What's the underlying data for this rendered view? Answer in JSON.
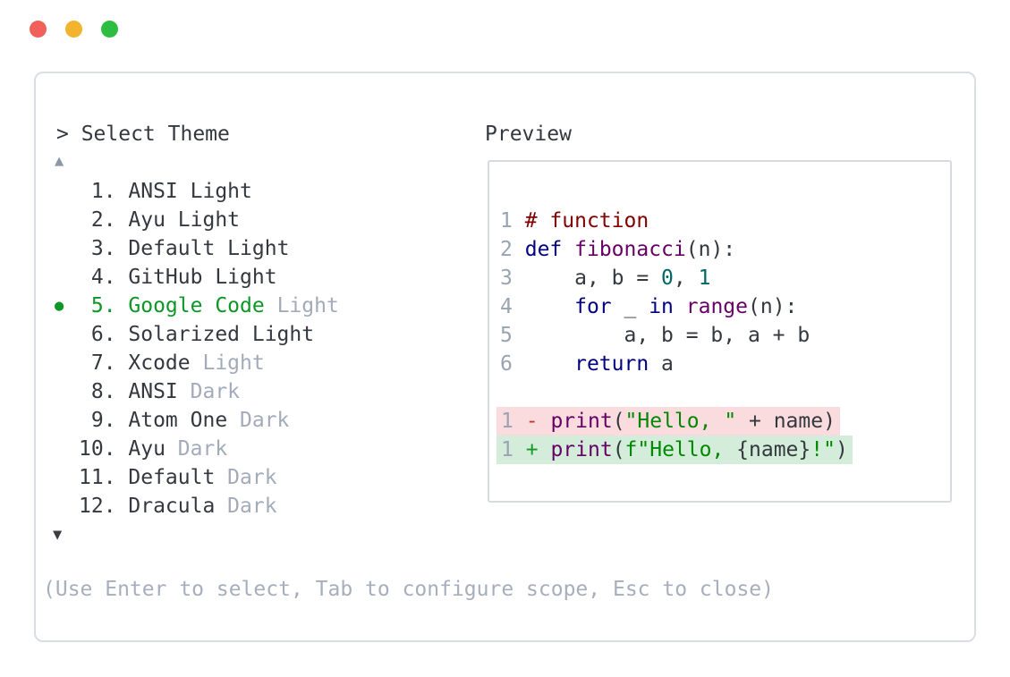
{
  "window": {
    "controls": [
      {
        "name": "close",
        "color": "#f2605a"
      },
      {
        "name": "minimize",
        "color": "#f2b32e"
      },
      {
        "name": "zoom",
        "color": "#2dbe41"
      }
    ]
  },
  "prompt": {
    "text": "> Select Theme"
  },
  "theme_list": {
    "up_arrow": "▲",
    "down_arrow": "▼",
    "bullet": "●",
    "items": [
      {
        "number": 1,
        "name": "ANSI",
        "variant": "Light",
        "variant_muted": false,
        "selected": false
      },
      {
        "number": 2,
        "name": "Ayu",
        "variant": "Light",
        "variant_muted": false,
        "selected": false
      },
      {
        "number": 3,
        "name": "Default",
        "variant": "Light",
        "variant_muted": false,
        "selected": false
      },
      {
        "number": 4,
        "name": "GitHub",
        "variant": "Light",
        "variant_muted": false,
        "selected": false
      },
      {
        "number": 5,
        "name": "Google Code",
        "variant": "Light",
        "variant_muted": true,
        "selected": true
      },
      {
        "number": 6,
        "name": "Solarized",
        "variant": "Light",
        "variant_muted": false,
        "selected": false
      },
      {
        "number": 7,
        "name": "Xcode",
        "variant": "Light",
        "variant_muted": true,
        "selected": false
      },
      {
        "number": 8,
        "name": "ANSI",
        "variant": "Dark",
        "variant_muted": true,
        "selected": false
      },
      {
        "number": 9,
        "name": "Atom One",
        "variant": "Dark",
        "variant_muted": true,
        "selected": false
      },
      {
        "number": 10,
        "name": "Ayu",
        "variant": "Dark",
        "variant_muted": true,
        "selected": false
      },
      {
        "number": 11,
        "name": "Default",
        "variant": "Dark",
        "variant_muted": true,
        "selected": false
      },
      {
        "number": 12,
        "name": "Dracula",
        "variant": "Dark",
        "variant_muted": true,
        "selected": false
      }
    ]
  },
  "preview": {
    "label": "Preview",
    "code_lines": [
      {
        "diff": "none",
        "tokens": [
          [
            "ln",
            "1"
          ],
          [
            "pln",
            " "
          ],
          [
            "com",
            "# function"
          ]
        ]
      },
      {
        "diff": "none",
        "tokens": [
          [
            "ln",
            "2"
          ],
          [
            "pln",
            " "
          ],
          [
            "kwd",
            "def"
          ],
          [
            "pln",
            " "
          ],
          [
            "fun",
            "fibonacci"
          ],
          [
            "pln",
            "(n):"
          ]
        ]
      },
      {
        "diff": "none",
        "tokens": [
          [
            "ln",
            "3"
          ],
          [
            "pln",
            "     a, b = "
          ],
          [
            "num",
            "0"
          ],
          [
            "pln",
            ", "
          ],
          [
            "num",
            "1"
          ]
        ]
      },
      {
        "diff": "none",
        "tokens": [
          [
            "ln",
            "4"
          ],
          [
            "pln",
            "     "
          ],
          [
            "kwd",
            "for"
          ],
          [
            "pln",
            " _ "
          ],
          [
            "kwd",
            "in"
          ],
          [
            "pln",
            " "
          ],
          [
            "fun",
            "range"
          ],
          [
            "pln",
            "(n):"
          ]
        ]
      },
      {
        "diff": "none",
        "tokens": [
          [
            "ln",
            "5"
          ],
          [
            "pln",
            "         a, b = b, a + b"
          ]
        ]
      },
      {
        "diff": "none",
        "tokens": [
          [
            "ln",
            "6"
          ],
          [
            "pln",
            "     "
          ],
          [
            "kwd",
            "return"
          ],
          [
            "pln",
            " a"
          ]
        ]
      },
      {
        "diff": "none",
        "tokens": []
      },
      {
        "diff": "removed",
        "tokens": [
          [
            "ln",
            "1"
          ],
          [
            "pln",
            " "
          ],
          [
            "minus",
            "-"
          ],
          [
            "pln",
            " "
          ],
          [
            "fun",
            "print"
          ],
          [
            "pln",
            "("
          ],
          [
            "str",
            "\"Hello, \""
          ],
          [
            "pln",
            " + name)"
          ]
        ]
      },
      {
        "diff": "added",
        "tokens": [
          [
            "ln",
            "1"
          ],
          [
            "pln",
            " "
          ],
          [
            "plus",
            "+"
          ],
          [
            "pln",
            " "
          ],
          [
            "fun",
            "print"
          ],
          [
            "pln",
            "("
          ],
          [
            "str",
            "f\"Hello, "
          ],
          [
            "pln",
            "{name}"
          ],
          [
            "str",
            "!\""
          ],
          [
            "pln",
            ")"
          ]
        ]
      }
    ]
  },
  "footer": {
    "hint": "(Use Enter to select, Tab to configure scope, Esc to close)"
  },
  "colors": {
    "accent_green": "#0d9726",
    "muted": "#a3abbb",
    "line_number": "#9aa3b2",
    "text_dark": "#34383f",
    "panel_border": "#d9dde4",
    "preview_border": "#d6dae1",
    "diff_removed_bg": "#fadcdf",
    "diff_added_bg": "#d3edda",
    "syntax_comment": "#800000",
    "syntax_keyword": "#000080",
    "syntax_function": "#660066",
    "syntax_string": "#008800",
    "syntax_number": "#006666",
    "diff_minus": "#c0392b",
    "diff_plus": "#149a24",
    "traffic_red": "#f2605a",
    "traffic_yellow": "#f2b32e",
    "traffic_green": "#2dbe41"
  }
}
